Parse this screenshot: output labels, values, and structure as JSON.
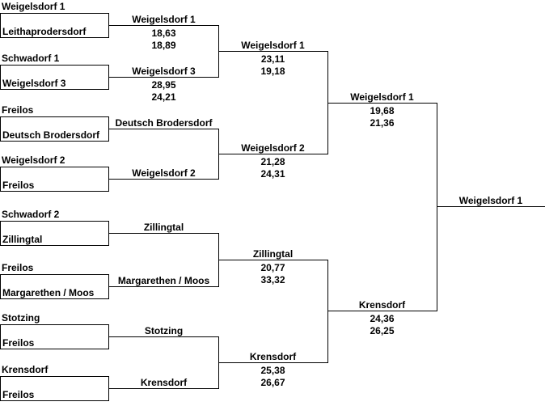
{
  "colors": {
    "background": "#ffffff",
    "line": "#000000",
    "text": "#000000"
  },
  "bracket": {
    "round1": [
      {
        "team1": "Weigelsdorf 1",
        "team2": "Leithaprodersdorf",
        "winner": "Weigelsdorf 1",
        "scores": [
          "18,63",
          "18,89"
        ]
      },
      {
        "team1": "Schwadorf 1",
        "team2": "Weigelsdorf 3",
        "winner": "Weigelsdorf 3",
        "scores": [
          "28,95",
          "24,21"
        ]
      },
      {
        "team1": "Freilos",
        "team2": "Deutsch Brodersdorf",
        "winner": "Deutsch Brodersdorf"
      },
      {
        "team1": "Weigelsdorf 2",
        "team2": "Freilos",
        "winner": "Weigelsdorf 2"
      },
      {
        "team1": "Schwadorf 2",
        "team2": "Zillingtal",
        "winner": "Zillingtal"
      },
      {
        "team1": "Freilos",
        "team2": "Margarethen / Moos",
        "winner": "Margarethen / Moos"
      },
      {
        "team1": "Stotzing",
        "team2": "Freilos",
        "winner": "Stotzing"
      },
      {
        "team1": "Krensdorf",
        "team2": "Freilos",
        "winner": "Krensdorf"
      }
    ],
    "round2": [
      {
        "winner": "Weigelsdorf 1",
        "scores": [
          "23,11",
          "19,18"
        ]
      },
      {
        "winner": "Weigelsdorf 2",
        "scores": [
          "21,28",
          "24,31"
        ]
      },
      {
        "winner": "Zillingtal",
        "scores": [
          "20,77",
          "33,32"
        ]
      },
      {
        "winner": "Krensdorf",
        "scores": [
          "25,38",
          "26,67"
        ]
      }
    ],
    "semifinals": [
      {
        "winner": "Weigelsdorf 1",
        "scores": [
          "19,68",
          "21,36"
        ]
      },
      {
        "winner": "Krensdorf",
        "scores": [
          "24,36",
          "26,25"
        ]
      }
    ],
    "final": {
      "winner": "Weigelsdorf 1"
    }
  }
}
